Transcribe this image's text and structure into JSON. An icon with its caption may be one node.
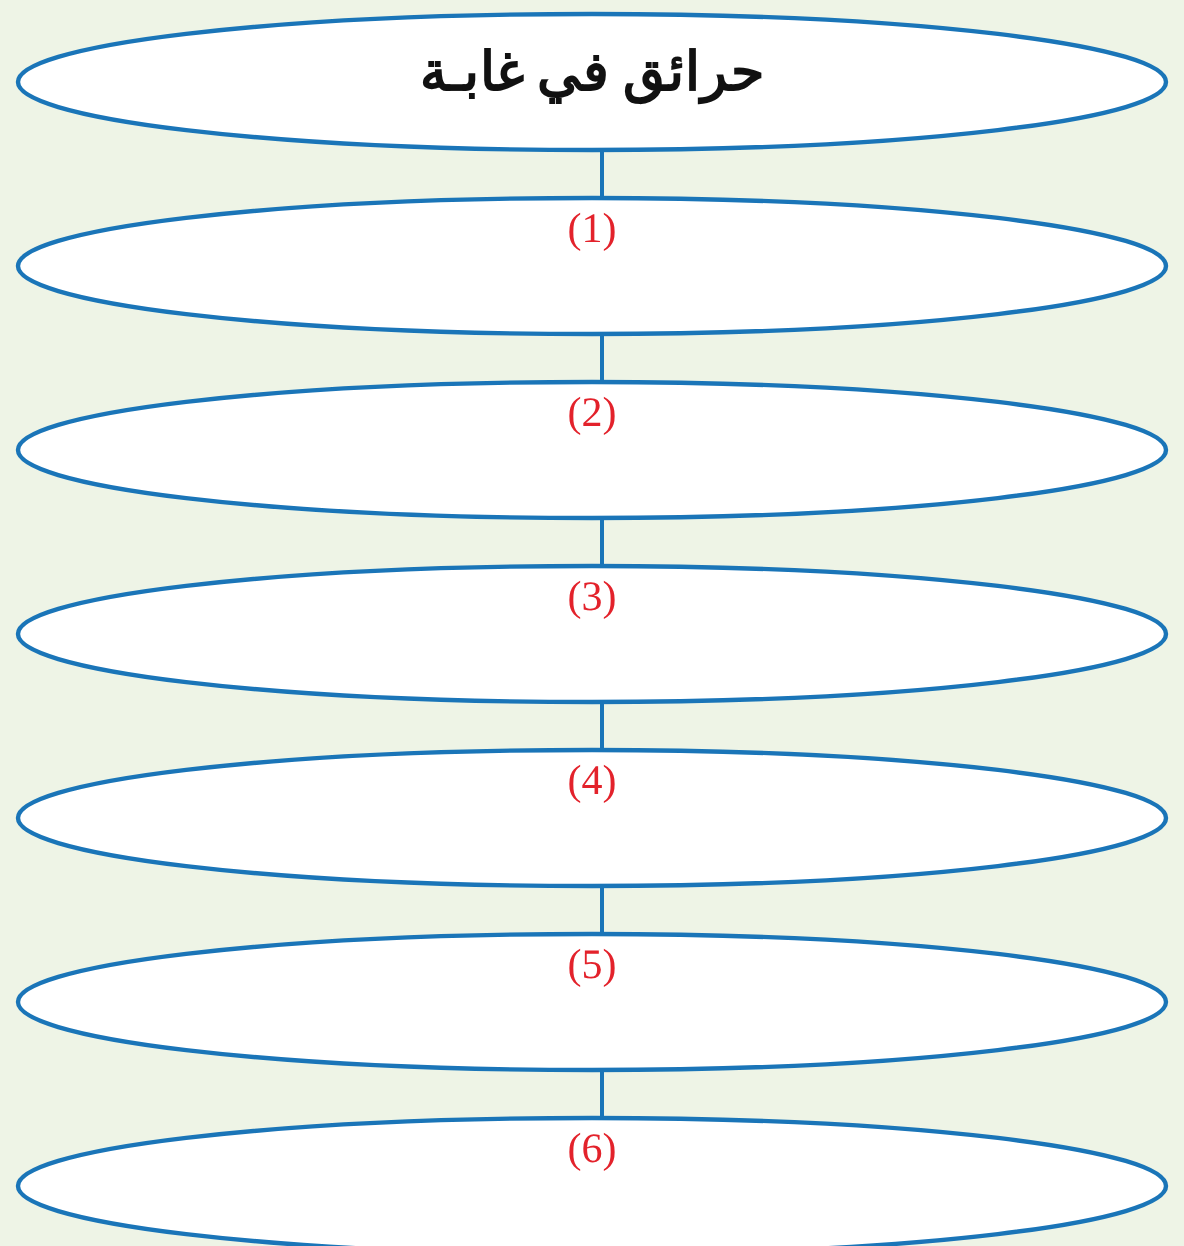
{
  "diagram": {
    "nodes": [
      {
        "text": [
          "حرائق في غابـة"
        ]
      },
      {
        "text": [
          "(1)"
        ]
      },
      {
        "text": [
          "(2)"
        ]
      },
      {
        "text": [
          "(3)"
        ]
      },
      {
        "text": [
          "(4)"
        ]
      },
      {
        "text": [
          "(5)"
        ]
      },
      {
        "text": [
          "(6)"
        ]
      }
    ],
    "edges": [
      {
        "from": 0,
        "to": 1,
        "arrow": "none"
      },
      {
        "from": 1,
        "to": 2,
        "arrow": "none"
      },
      {
        "from": 2,
        "to": 3,
        "arrow": "none"
      },
      {
        "from": 3,
        "to": 4,
        "arrow": "none"
      },
      {
        "from": 4,
        "to": 5,
        "arrow": "none"
      },
      {
        "from": 5,
        "to": 6,
        "arrow": "none"
      }
    ]
  }
}
